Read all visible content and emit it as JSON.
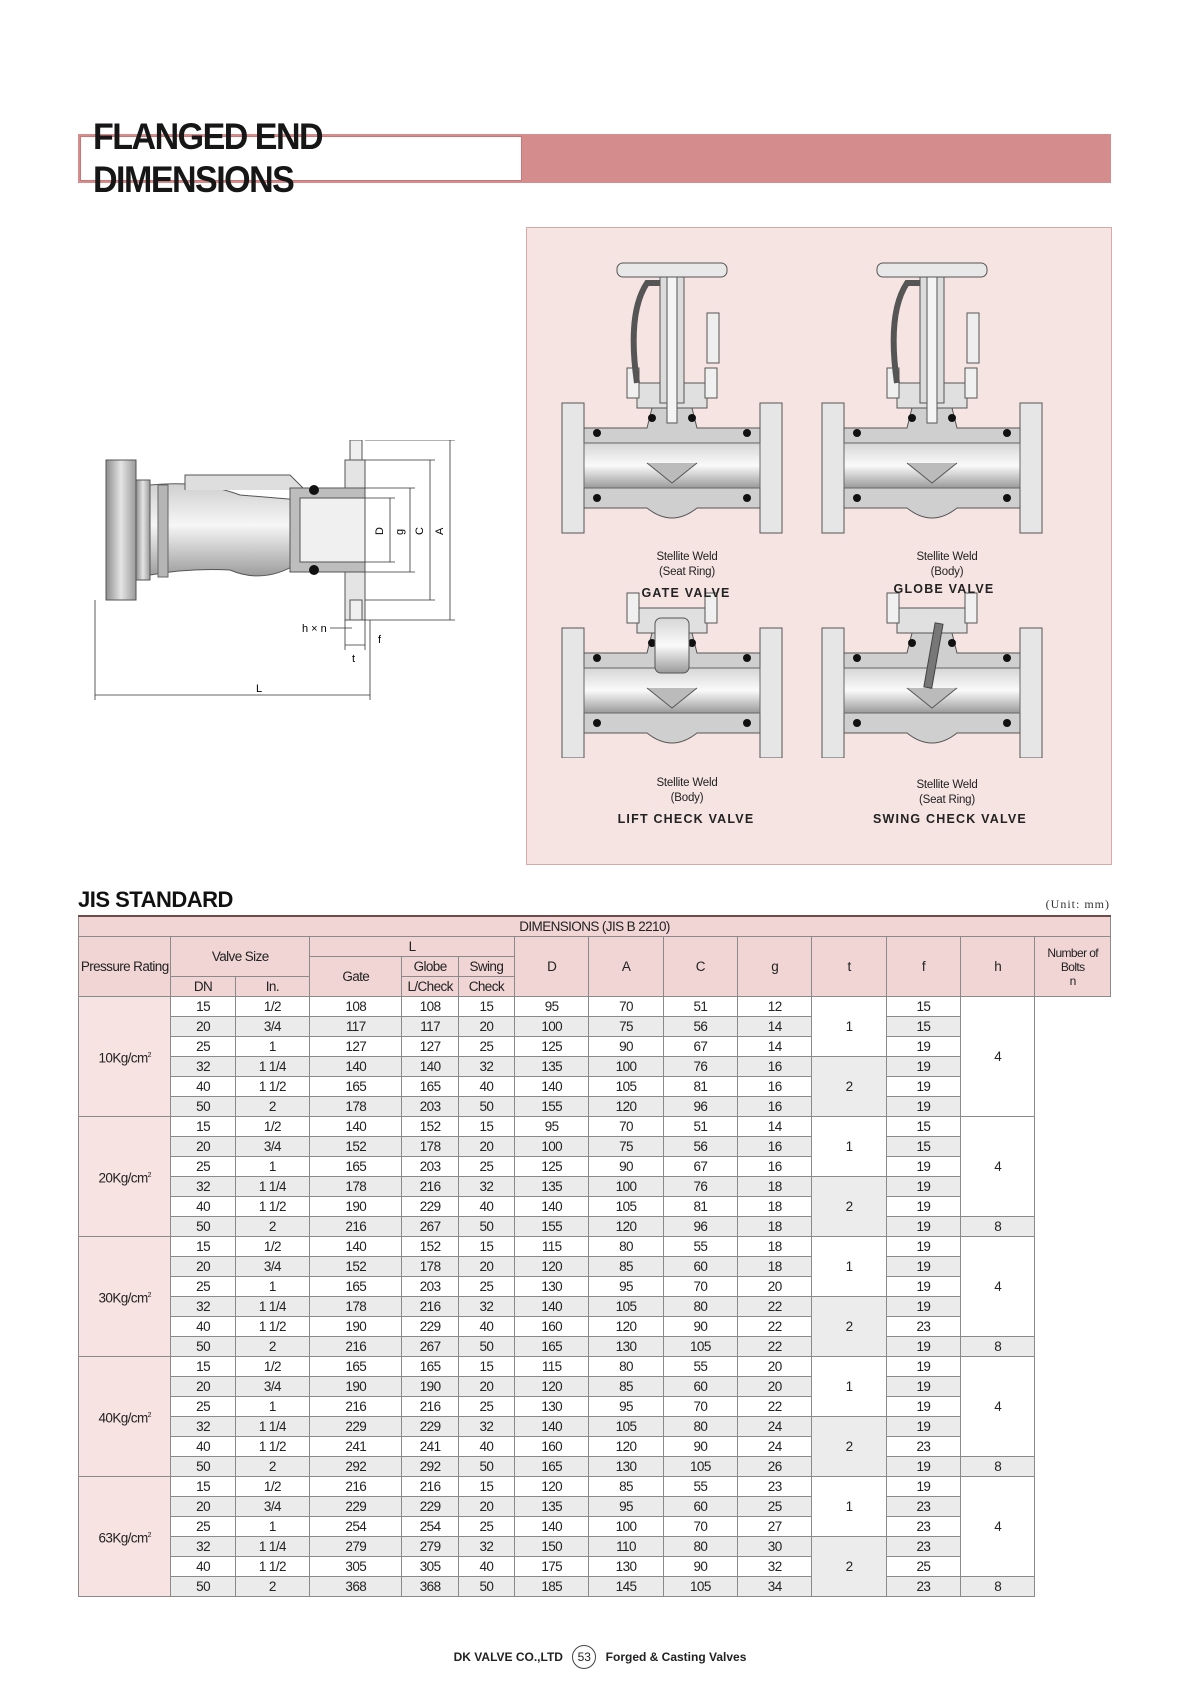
{
  "title": "FLANGED END DIMENSIONS",
  "schematic": {
    "labels": {
      "D": "D",
      "g": "g",
      "C": "C",
      "A": "A",
      "hn": "h × n",
      "t": "t",
      "f": "f",
      "L": "L"
    }
  },
  "valves": [
    {
      "name": "GATE VALVE",
      "callout_line1": "Stellite Weld",
      "callout_line2": "(Seat Ring)"
    },
    {
      "name": "GLOBE VALVE",
      "callout_line1": "Stellite Weld",
      "callout_line2": "(Body)"
    },
    {
      "name": "LIFT CHECK VALVE",
      "callout_line1": "Stellite Weld",
      "callout_line2": "(Body)"
    },
    {
      "name": "SWING CHECK VALVE",
      "callout_line1": "Stellite Weld",
      "callout_line2": "(Seat Ring)"
    }
  ],
  "section_title": "JIS STANDARD",
  "unit_label": "(Unit: mm)",
  "table": {
    "caption": "DIMENSIONS (JIS B 2210)",
    "headers": {
      "pressure_rating": "Pressure Rating",
      "valve_size": "Valve Size",
      "L": "L",
      "gate": "Gate",
      "globe": "Globe",
      "lcheck": "L/Check",
      "swing": "Swing",
      "check": "Check",
      "DN": "DN",
      "In": "In.",
      "D": "D",
      "A": "A",
      "C": "C",
      "g": "g",
      "t": "t",
      "f": "f",
      "h": "h",
      "bolts": "Number of Bolts",
      "n": "n"
    },
    "groups": [
      {
        "rating": "10Kg/cm",
        "rows": [
          [
            "15",
            "1/2",
            "108",
            "108",
            "15",
            "95",
            "70",
            "51",
            "12",
            "15"
          ],
          [
            "20",
            "3/4",
            "117",
            "117",
            "20",
            "100",
            "75",
            "56",
            "14",
            "15"
          ],
          [
            "25",
            "1",
            "127",
            "127",
            "25",
            "125",
            "90",
            "67",
            "14",
            "19"
          ],
          [
            "32",
            "1 1/4",
            "140",
            "140",
            "32",
            "135",
            "100",
            "76",
            "16",
            "19"
          ],
          [
            "40",
            "1 1/2",
            "165",
            "165",
            "40",
            "140",
            "105",
            "81",
            "16",
            "19"
          ],
          [
            "50",
            "2",
            "178",
            "203",
            "50",
            "155",
            "120",
            "96",
            "16",
            "19"
          ]
        ],
        "f": [
          "1",
          "2"
        ],
        "n": [
          "4"
        ]
      },
      {
        "rating": "20Kg/cm",
        "rows": [
          [
            "15",
            "1/2",
            "140",
            "152",
            "15",
            "95",
            "70",
            "51",
            "14",
            "15"
          ],
          [
            "20",
            "3/4",
            "152",
            "178",
            "20",
            "100",
            "75",
            "56",
            "16",
            "15"
          ],
          [
            "25",
            "1",
            "165",
            "203",
            "25",
            "125",
            "90",
            "67",
            "16",
            "19"
          ],
          [
            "32",
            "1 1/4",
            "178",
            "216",
            "32",
            "135",
            "100",
            "76",
            "18",
            "19"
          ],
          [
            "40",
            "1 1/2",
            "190",
            "229",
            "40",
            "140",
            "105",
            "81",
            "18",
            "19"
          ],
          [
            "50",
            "2",
            "216",
            "267",
            "50",
            "155",
            "120",
            "96",
            "18",
            "19"
          ]
        ],
        "f": [
          "1",
          "2"
        ],
        "n": [
          "4",
          "8"
        ]
      },
      {
        "rating": "30Kg/cm",
        "rows": [
          [
            "15",
            "1/2",
            "140",
            "152",
            "15",
            "115",
            "80",
            "55",
            "18",
            "19"
          ],
          [
            "20",
            "3/4",
            "152",
            "178",
            "20",
            "120",
            "85",
            "60",
            "18",
            "19"
          ],
          [
            "25",
            "1",
            "165",
            "203",
            "25",
            "130",
            "95",
            "70",
            "20",
            "19"
          ],
          [
            "32",
            "1 1/4",
            "178",
            "216",
            "32",
            "140",
            "105",
            "80",
            "22",
            "19"
          ],
          [
            "40",
            "1 1/2",
            "190",
            "229",
            "40",
            "160",
            "120",
            "90",
            "22",
            "23"
          ],
          [
            "50",
            "2",
            "216",
            "267",
            "50",
            "165",
            "130",
            "105",
            "22",
            "19"
          ]
        ],
        "f": [
          "1",
          "2"
        ],
        "n": [
          "4",
          "8"
        ]
      },
      {
        "rating": "40Kg/cm",
        "rows": [
          [
            "15",
            "1/2",
            "165",
            "165",
            "15",
            "115",
            "80",
            "55",
            "20",
            "19"
          ],
          [
            "20",
            "3/4",
            "190",
            "190",
            "20",
            "120",
            "85",
            "60",
            "20",
            "19"
          ],
          [
            "25",
            "1",
            "216",
            "216",
            "25",
            "130",
            "95",
            "70",
            "22",
            "19"
          ],
          [
            "32",
            "1 1/4",
            "229",
            "229",
            "32",
            "140",
            "105",
            "80",
            "24",
            "19"
          ],
          [
            "40",
            "1 1/2",
            "241",
            "241",
            "40",
            "160",
            "120",
            "90",
            "24",
            "23"
          ],
          [
            "50",
            "2",
            "292",
            "292",
            "50",
            "165",
            "130",
            "105",
            "26",
            "19"
          ]
        ],
        "f": [
          "1",
          "2"
        ],
        "n": [
          "4",
          "8"
        ]
      },
      {
        "rating": "63Kg/cm",
        "rows": [
          [
            "15",
            "1/2",
            "216",
            "216",
            "15",
            "120",
            "85",
            "55",
            "23",
            "19"
          ],
          [
            "20",
            "3/4",
            "229",
            "229",
            "20",
            "135",
            "95",
            "60",
            "25",
            "23"
          ],
          [
            "25",
            "1",
            "254",
            "254",
            "25",
            "140",
            "100",
            "70",
            "27",
            "23"
          ],
          [
            "32",
            "1 1/4",
            "279",
            "279",
            "32",
            "150",
            "110",
            "80",
            "30",
            "23"
          ],
          [
            "40",
            "1 1/2",
            "305",
            "305",
            "40",
            "175",
            "130",
            "90",
            "32",
            "25"
          ],
          [
            "50",
            "2",
            "368",
            "368",
            "50",
            "185",
            "145",
            "105",
            "34",
            "23"
          ]
        ],
        "f": [
          "1",
          "2"
        ],
        "n": [
          "4",
          "8"
        ]
      }
    ],
    "sup": "2"
  },
  "footer": {
    "company": "DK VALVE CO.,LTD",
    "page": "53",
    "tagline": "Forged & Casting Valves"
  }
}
